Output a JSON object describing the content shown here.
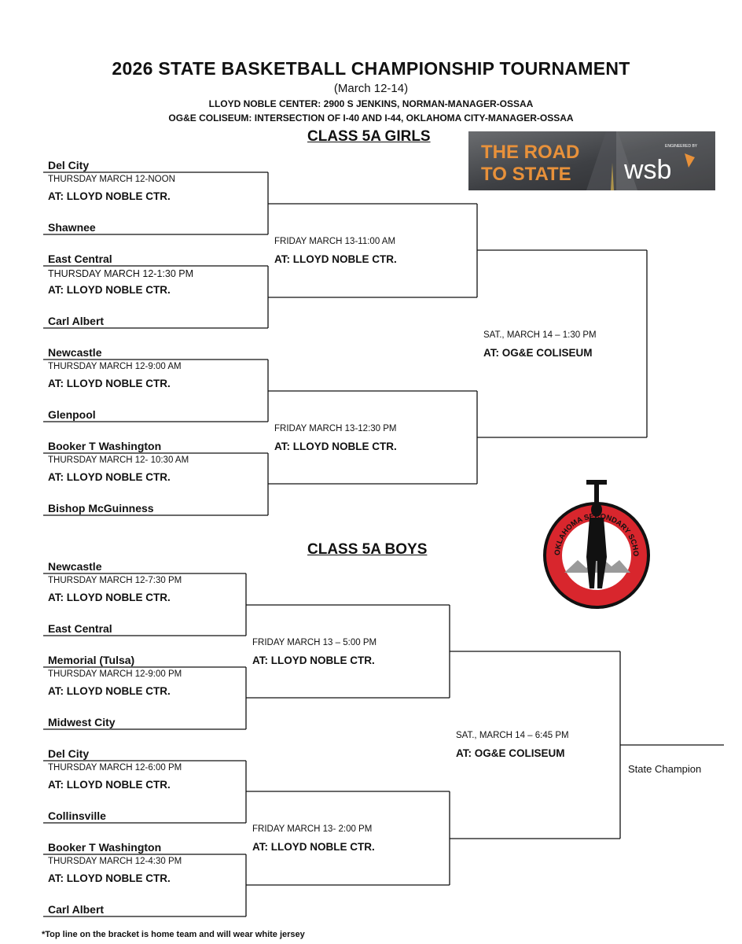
{
  "header": {
    "title": "2026 STATE  BASKETBALL  CHAMPIONSHIP  TOURNAMENT",
    "dates": "(March 12-14)",
    "venue1": "LLOYD NOBLE CENTER: 2900 S JENKINS, NORMAN-MANAGER-OSSAA",
    "venue2": "OG&E COLISEUM:  INTERSECTION OF I-40 AND I-44, OKLAHOMA CITY-MANAGER-OSSAA"
  },
  "girls": {
    "title": "CLASS 5A GIRLS",
    "teams": [
      "Del City",
      "Shawnee",
      "East Central",
      "Carl Albert",
      "Newcastle",
      "Glenpool",
      "Booker T Washington",
      "Bishop McGuinness"
    ],
    "qf": [
      {
        "time": "THURSDAY MARCH 12-NOON",
        "at": "AT:  LLOYD NOBLE CTR."
      },
      {
        "time": "THURSDAY MARCH 12-1:30 PM",
        "at": "AT:  LLOYD NOBLE CTR."
      },
      {
        "time": "THURSDAY MARCH 12-9:00 AM",
        "at": "AT:  LLOYD NOBLE CTR."
      },
      {
        "time": "THURSDAY MARCH 12- 10:30 AM",
        "at": "AT:  LLOYD NOBLE CTR."
      }
    ],
    "sf": [
      {
        "time": "FRIDAY MARCH 13-11:00 AM",
        "at": "AT: LLOYD NOBLE CTR."
      },
      {
        "time": "FRIDAY MARCH 13-12:30 PM",
        "at": "AT: LLOYD NOBLE CTR."
      }
    ],
    "final": {
      "time": "SAT., MARCH 14 – 1:30 PM",
      "at": "AT: OG&E COLISEUM"
    }
  },
  "boys": {
    "title": "CLASS 5A BOYS",
    "teams": [
      "Newcastle",
      "East Central",
      "Memorial (Tulsa)",
      "Midwest City",
      "Del City",
      "Collinsville",
      "Booker T Washington",
      "Carl Albert"
    ],
    "qf": [
      {
        "time": "THURSDAY MARCH 12-7:30 PM",
        "at": "AT:  LLOYD NOBLE CTR."
      },
      {
        "time": "THURSDAY MARCH 12-9:00 PM",
        "at": "AT:  LLOYD NOBLE CTR."
      },
      {
        "time": "THURSDAY MARCH 12-6:00 PM",
        "at": "AT:  LLOYD NOBLE CTR."
      },
      {
        "time": "THURSDAY MARCH 12-4:30 PM",
        "at": "AT:  LLOYD NOBLE CTR."
      }
    ],
    "sf": [
      {
        "time": "FRIDAY MARCH 13 – 5:00 PM",
        "at": "AT: LLOYD NOBLE CTR."
      },
      {
        "time": "FRIDAY MARCH 13- 2:00 PM",
        "at": "AT: LLOYD NOBLE CTR."
      }
    ],
    "final": {
      "time": "SAT.,  MARCH 14 – 6:45 PM",
      "at": "AT: OG&E COLISEUM"
    },
    "champion_label": "State Champion"
  },
  "logos": {
    "road_line1": "THE ROAD",
    "road_line2": "TO STATE",
    "road_engineered": "ENGINEERED BY",
    "road_sponsor": "wsb",
    "road_accent": "#e8913a",
    "seal_text": "OKLAHOMA SECONDARY SCHOOL ACTIVITIES ASSOCIATION",
    "seal_color": "#d8262d"
  },
  "footnote": "*Top line on the bracket is home team and will wear white jersey"
}
